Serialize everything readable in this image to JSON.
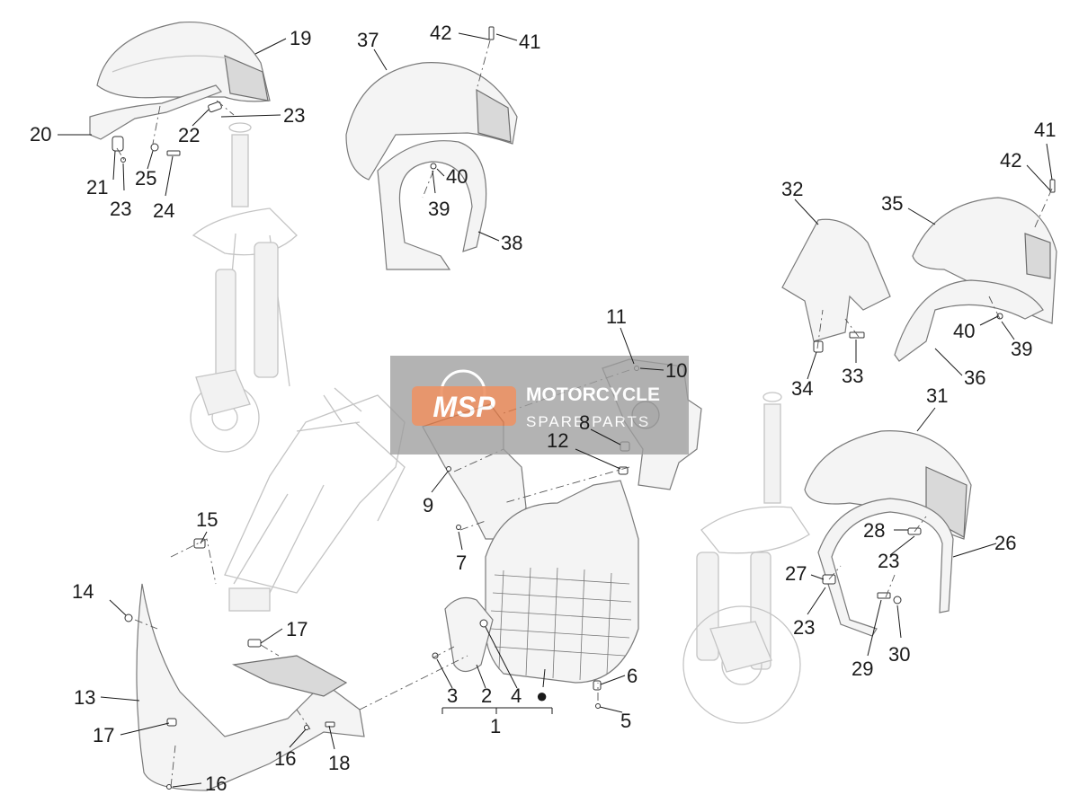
{
  "diagram": {
    "callouts": [
      "1",
      "2",
      "3",
      "4",
      "5",
      "6",
      "7",
      "8",
      "9",
      "10",
      "11",
      "12",
      "13",
      "14",
      "15",
      "16",
      "16",
      "17",
      "17",
      "18",
      "19",
      "20",
      "21",
      "22",
      "23",
      "23",
      "23",
      "23",
      "24",
      "25",
      "26",
      "27",
      "28",
      "29",
      "30",
      "31",
      "32",
      "33",
      "34",
      "35",
      "36",
      "37",
      "38",
      "39",
      "39",
      "40",
      "40",
      "41",
      "41",
      "42",
      "42"
    ],
    "kit_marker": "●"
  },
  "watermark": {
    "logo": "MSP",
    "title": "MOTORCYCLE",
    "subtitle": "SPARE PARTS"
  },
  "colors": {
    "line": "#7a7a7a",
    "ghost": "#c4c4c4",
    "watermark_bg": "#9e9e9e",
    "watermark_logo": "#e8743b"
  }
}
